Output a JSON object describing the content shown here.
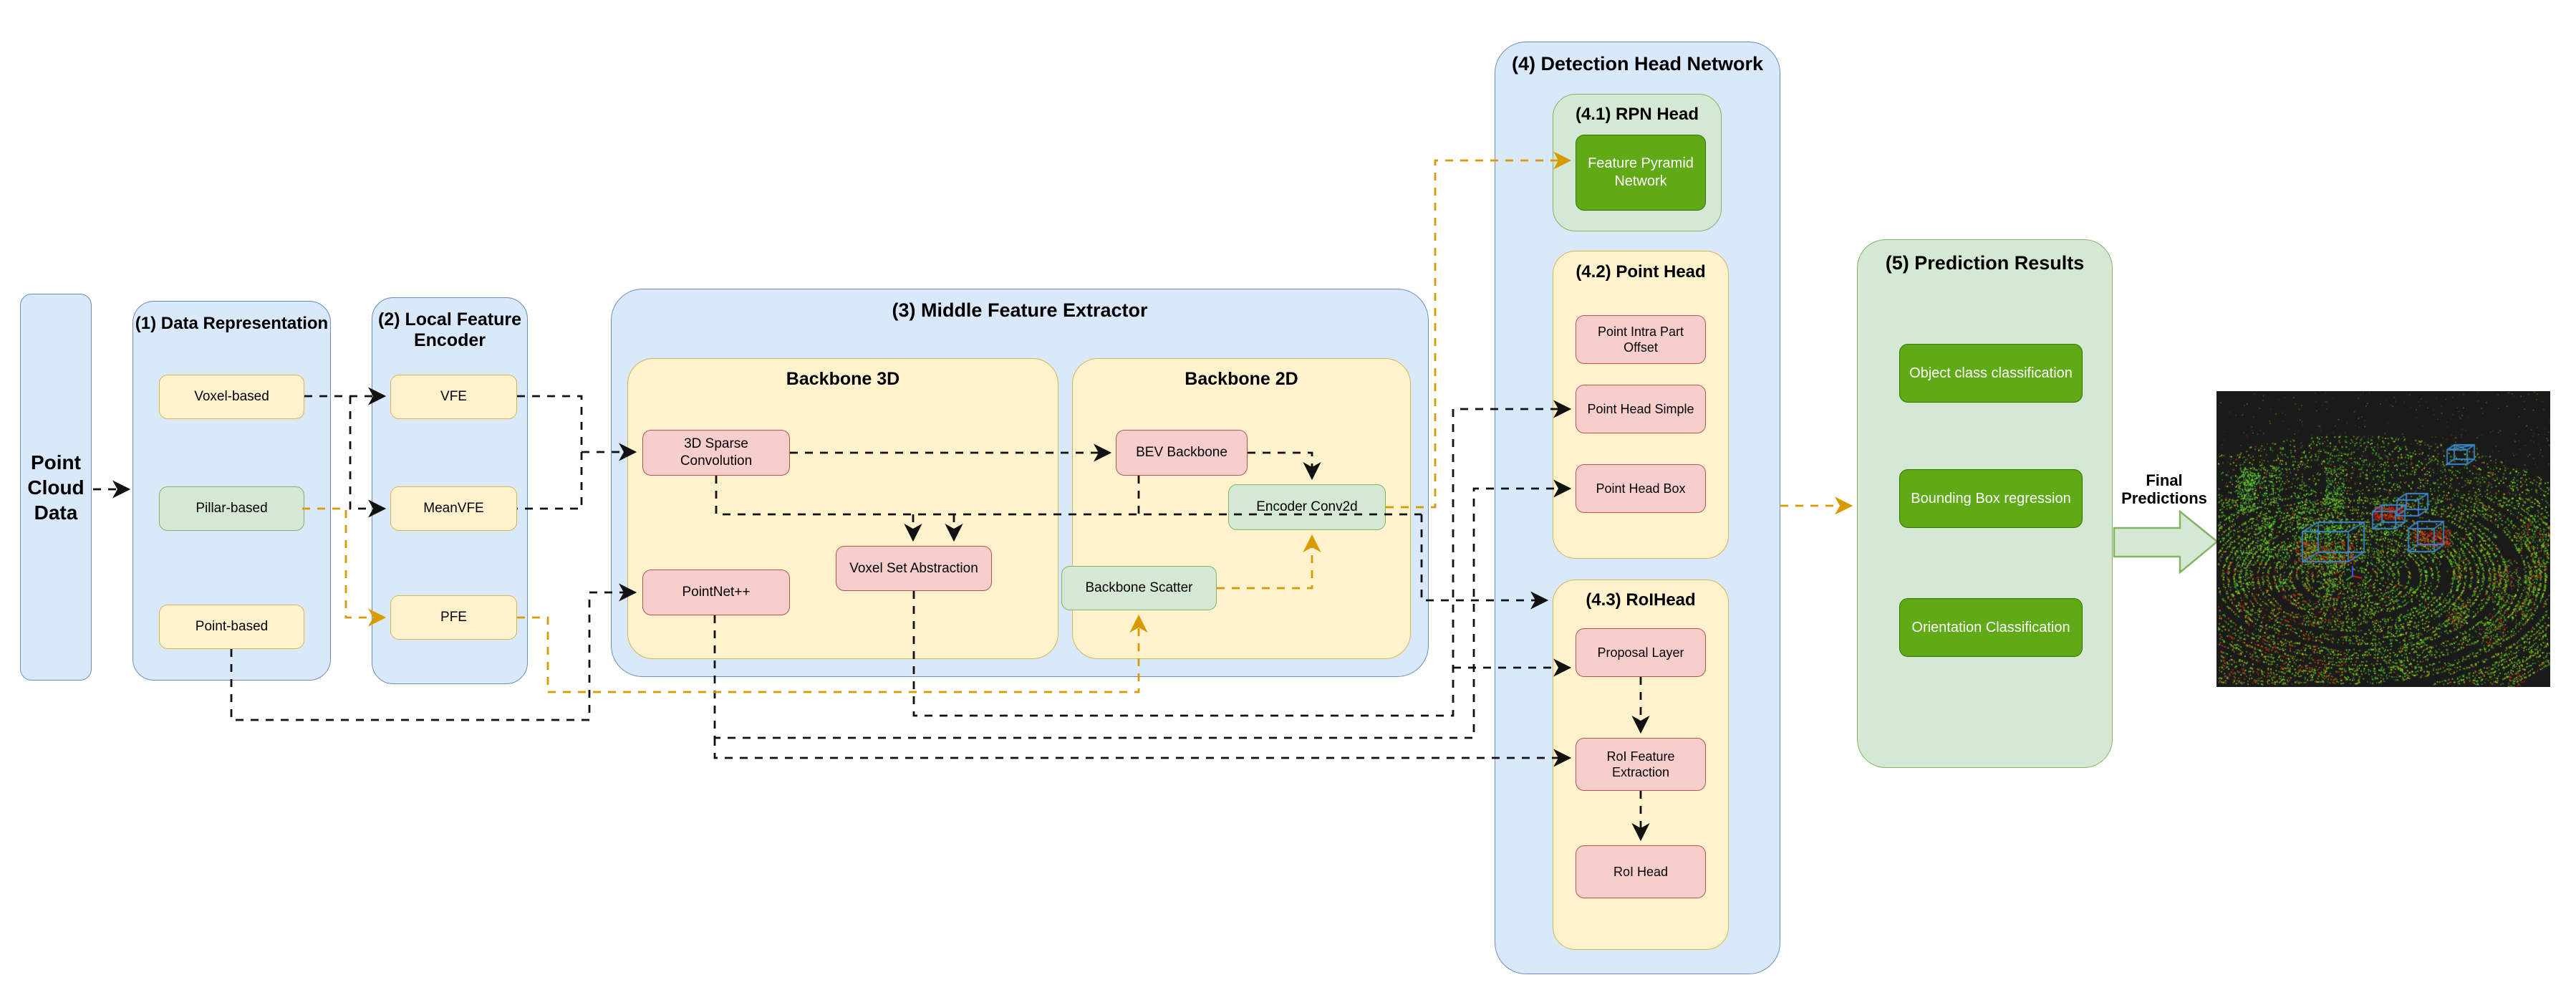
{
  "diagram": {
    "point_cloud": "Point Cloud Data",
    "s1": {
      "title": "(1) Data Representation",
      "items": [
        "Voxel-based",
        "Pillar-based",
        "Point-based"
      ]
    },
    "s2": {
      "title": "(2) Local Feature Encoder",
      "items": [
        "VFE",
        "MeanVFE",
        "PFE"
      ]
    },
    "s3": {
      "title": "(3) Middle Feature Extractor",
      "b3d": {
        "title": "Backbone 3D",
        "items": [
          "3D Sparse Convolution",
          "PointNet++",
          "Voxel Set Abstraction"
        ]
      },
      "b2d": {
        "title": "Backbone 2D",
        "items": [
          "BEV Backbone",
          "Encoder Conv2d",
          "Backbone Scatter"
        ]
      }
    },
    "s4": {
      "title": "(4) Detection Head Network",
      "h41": {
        "title": "(4.1) RPN Head",
        "item": "Feature Pyramid Network"
      },
      "h42": {
        "title": "(4.2) Point Head",
        "items": [
          "Point Intra Part Offset",
          "Point Head Simple",
          "Point Head Box"
        ]
      },
      "h43": {
        "title": "(4.3) RoIHead",
        "items": [
          "Proposal Layer",
          "RoI Feature Extraction",
          "RoI Head"
        ]
      }
    },
    "s5": {
      "title": "(5) Prediction Results",
      "items": [
        "Object class classification",
        "Bounding Box regression",
        "Orientation Classification"
      ]
    },
    "final_predictions": "Final Predictions",
    "colors": {
      "container_blue_fill": "#dae8fc",
      "container_blue_stroke": "#6c8ebf",
      "container_yellow_fill": "#fff2cc",
      "container_yellow_stroke": "#d6b656",
      "node_pink_fill": "#f8cecc",
      "node_pink_stroke": "#b85450",
      "node_green_light_fill": "#d5e8d4",
      "node_green_light_stroke": "#82b366",
      "node_green_dark_fill": "#60a917",
      "node_green_dark_stroke": "#2d7600",
      "connector_black": "#111111",
      "connector_orange": "#d79b00",
      "lidar_background": "#1a1a1a",
      "lidar_box_blue": "#3d85c6"
    }
  }
}
